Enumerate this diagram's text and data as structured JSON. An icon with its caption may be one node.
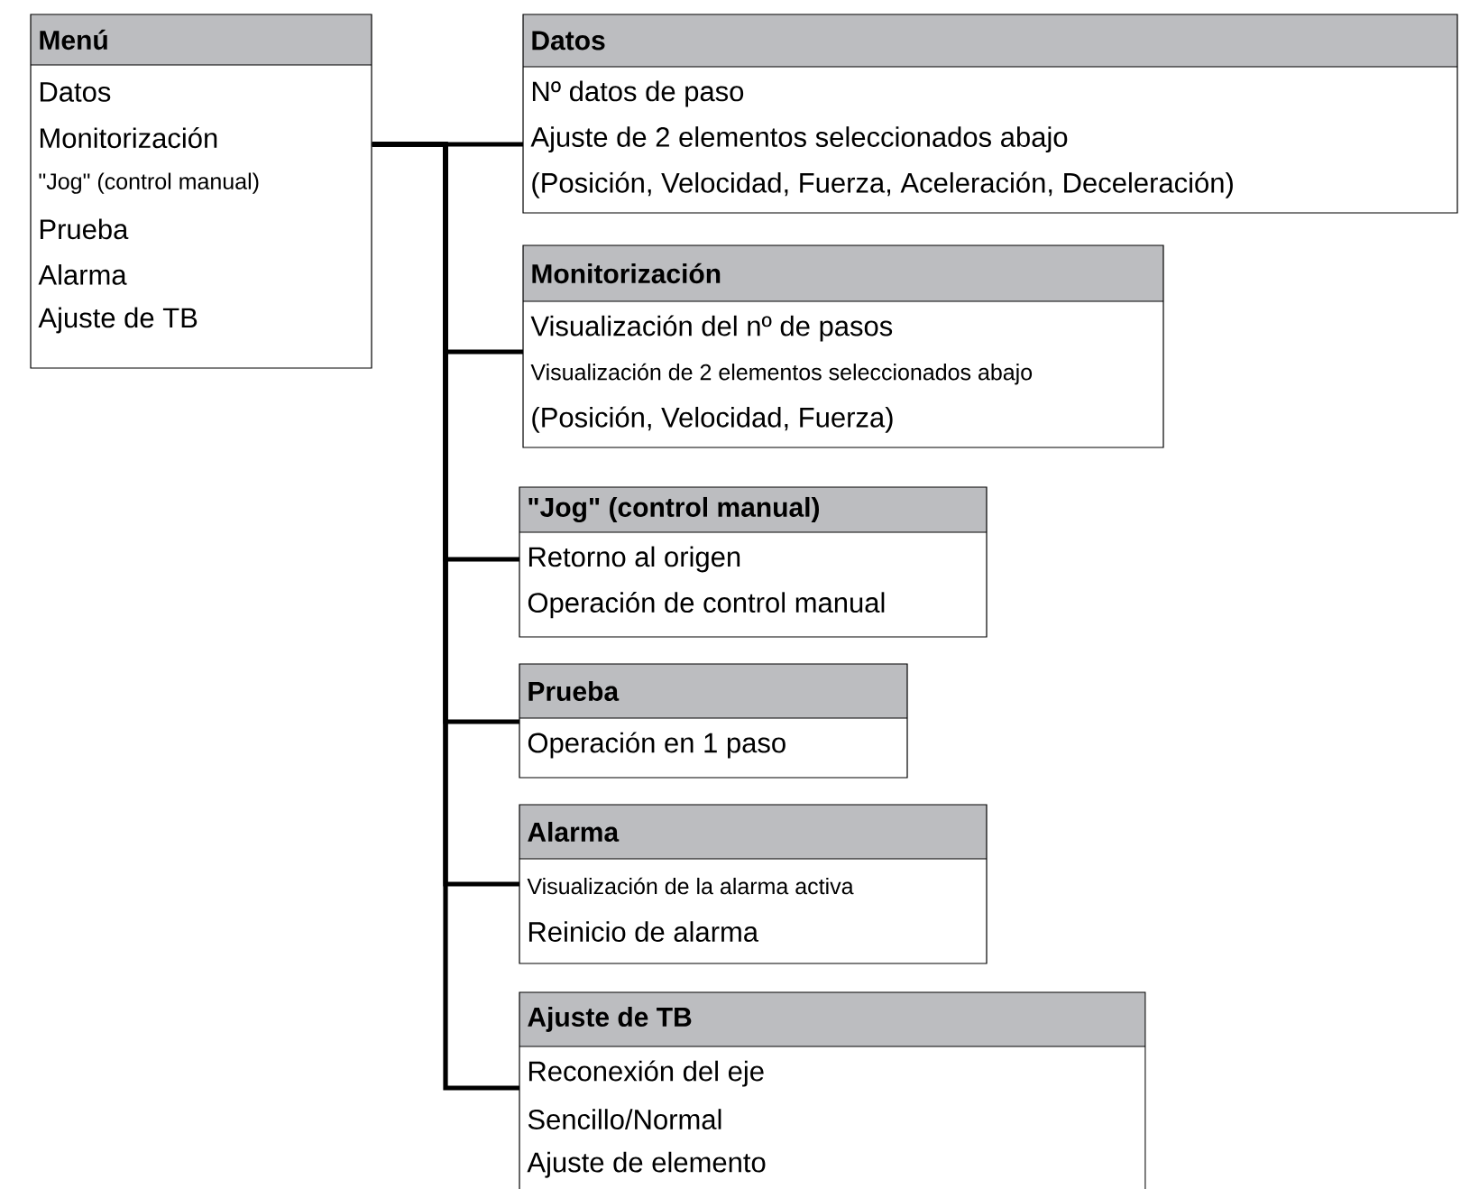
{
  "diagram": {
    "nodes": [
      {
        "text": [
          "Menú",
          "Datos",
          "Monitorización",
          "\"Jog\" (control manual)",
          "Prueba",
          "Alarma",
          "Ajuste de TB"
        ]
      },
      {
        "text": [
          "Datos",
          "Nº datos de paso",
          "Ajuste de 2 elementos seleccionados abajo",
          "(Posición, Velocidad, Fuerza, Aceleración, Deceleración)"
        ]
      },
      {
        "text": [
          "Monitorización",
          "Visualización del nº de pasos",
          "Visualización de 2 elementos seleccionados abajo",
          "(Posición, Velocidad, Fuerza)"
        ]
      },
      {
        "text": [
          "\"Jog\" (control manual)",
          "Retorno al origen",
          "Operación de control manual"
        ]
      },
      {
        "text": [
          "Prueba",
          "Operación en 1 paso"
        ]
      },
      {
        "text": [
          "Alarma",
          "Visualización de la alarma activa",
          "Reinicio de alarma"
        ]
      },
      {
        "text": [
          "Ajuste de TB",
          "Reconexión del eje",
          "Sencillo/Normal",
          "Ajuste de elemento"
        ]
      }
    ],
    "edges": [
      {
        "from": 0,
        "to": 1,
        "arrow": "none"
      },
      {
        "from": 0,
        "to": 2,
        "arrow": "none"
      },
      {
        "from": 0,
        "to": 3,
        "arrow": "none"
      },
      {
        "from": 0,
        "to": 4,
        "arrow": "none"
      },
      {
        "from": 0,
        "to": 5,
        "arrow": "none"
      },
      {
        "from": 0,
        "to": 6,
        "arrow": "none"
      }
    ]
  }
}
